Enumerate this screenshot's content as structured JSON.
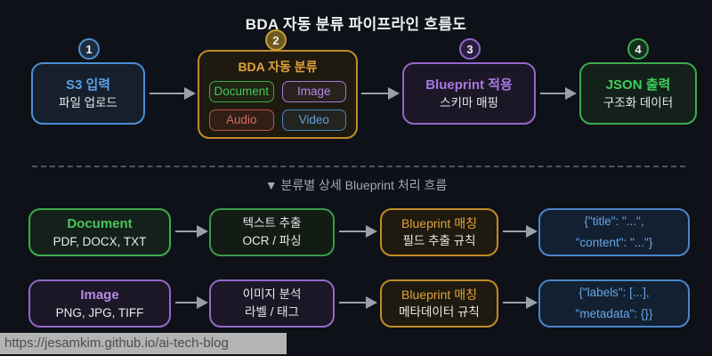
{
  "title": "BDA 자동 분류 파이프라인 흐름도",
  "pipeline": {
    "steps": [
      {
        "badge": "1",
        "title": "S3 입력",
        "subtitle": "파일 업로드"
      },
      {
        "badge": "2",
        "title": "BDA 자동 분류",
        "chips": [
          {
            "label": "Document"
          },
          {
            "label": "Image"
          },
          {
            "label": "Audio"
          },
          {
            "label": "Video"
          }
        ]
      },
      {
        "badge": "3",
        "title": "Blueprint 적용",
        "subtitle": "스키마 매핑"
      },
      {
        "badge": "4",
        "title": "JSON 출력",
        "subtitle": "구조화 데이터"
      }
    ]
  },
  "section": {
    "label": "▼ 분류별 상세 Blueprint 처리 흐름"
  },
  "detail_rows": [
    {
      "source": {
        "title": "Document",
        "subtitle": "PDF, DOCX, TXT"
      },
      "process": {
        "line1": "텍스트 추출",
        "line2": "OCR / 파싱"
      },
      "matching": {
        "title": "Blueprint 매칭",
        "subtitle": "필드 추출 규칙"
      },
      "output": {
        "line1": "{\"title\": \"...\",",
        "line2": "\"content\": \"...\"}"
      }
    },
    {
      "source": {
        "title": "Image",
        "subtitle": "PNG, JPG, TIFF"
      },
      "process": {
        "line1": "이미지 분석",
        "line2": "라벨 / 태그"
      },
      "matching": {
        "title": "Blueprint 매칭",
        "subtitle": "메타데이터 규칙"
      },
      "output": {
        "line1": "{\"labels\": [...],",
        "line2": "\"metadata\": {}}"
      }
    }
  ],
  "statusbar": {
    "url": "https://jesamkim.github.io/ai-tech-blog"
  },
  "colors": {
    "background": "#0e1118",
    "blue": "#5aa0e8",
    "gold": "#e0a33c",
    "purple": "#a678e0",
    "green": "#3ecf5a",
    "red": "#d4625c",
    "json_text": "#69a5e8",
    "arrow": "#99a0aa"
  }
}
